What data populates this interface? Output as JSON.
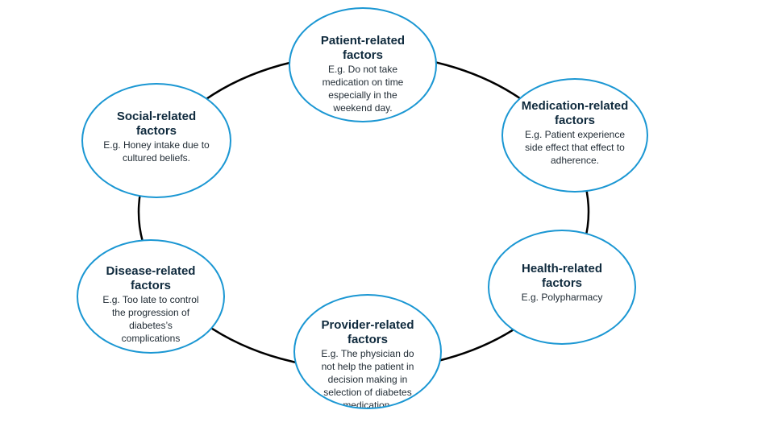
{
  "nodes": {
    "patient": {
      "title": "Patient-related\nfactors",
      "desc": "E.g. Do not take\nmedication on time\nespecially in the\nweekend day."
    },
    "medication": {
      "title": "Medication-related\nfactors",
      "desc": "E.g. Patient experience\nside effect that effect to\nadherence."
    },
    "health": {
      "title": "Health-related\nfactors",
      "desc": "E.g. Polypharmacy"
    },
    "provider": {
      "title": "Provider-related\nfactors",
      "desc": "E.g. The physician do\nnot help the patient in\ndecision making in\nselection of diabetes\nmedication."
    },
    "disease": {
      "title": "Disease-related\nfactors",
      "desc": "E.g. Too late to control\nthe progression of\ndiabetes’s\ncomplications"
    },
    "social": {
      "title": "Social-related\nfactors",
      "desc": "E.g. Honey intake due to\ncultured beliefs."
    }
  },
  "colors": {
    "node_border": "#1b97d3",
    "ring": "#000000",
    "title_text": "#0f2a3d",
    "body_text": "#1f2a33",
    "background": "#ffffff"
  }
}
